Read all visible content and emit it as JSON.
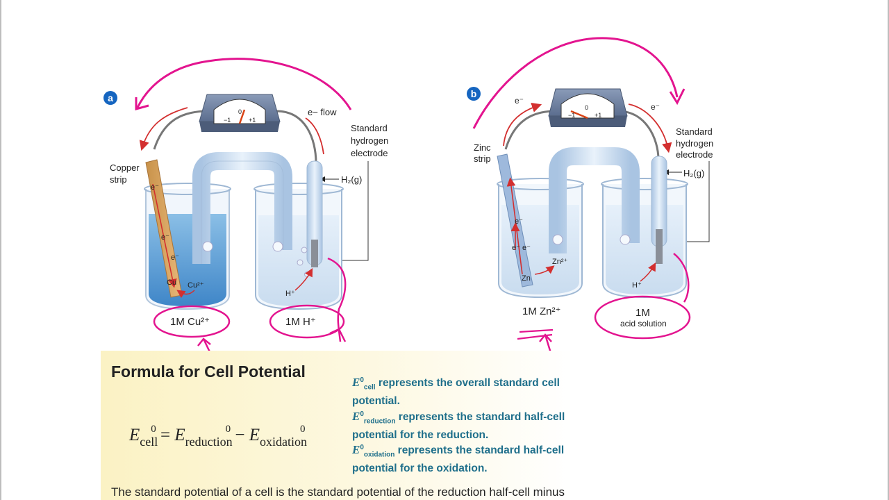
{
  "panels": [
    {
      "tag": "a",
      "electron_flow_label": "e− flow",
      "electrode_left_label_1": "Copper",
      "electrode_left_label_2": "strip",
      "electrode_right_label_1": "Standard",
      "electrode_right_label_2": "hydrogen",
      "electrode_right_label_3": "electrode",
      "gas_label": "H₂(g)",
      "solution_left_label": "1M Cu²⁺",
      "solution_right_label": "1M H⁺",
      "ion_left": "Cu²⁺",
      "metal_left": "Cu",
      "ion_right": "H⁺",
      "electron": "e⁻",
      "meter_ticks": [
        "−1",
        "0",
        "+1"
      ]
    },
    {
      "tag": "b",
      "electron": "e⁻",
      "electrode_left_label_1": "Zinc",
      "electrode_left_label_2": "strip",
      "electrode_right_label_1": "Standard",
      "electrode_right_label_2": "hydrogen",
      "electrode_right_label_3": "electrode",
      "gas_label": "H₂(g)",
      "solution_left_label": "1M Zn²⁺",
      "solution_right_label_1": "1M",
      "solution_right_label_2": "acid solution",
      "ion_left": "Zn²⁺",
      "metal_left": "Zn",
      "ion_right": "H⁺",
      "meter_ticks": [
        "−1",
        "0",
        "+1"
      ]
    }
  ],
  "formula": {
    "title": "Formula for Cell Potential",
    "eq_E": "E",
    "eq_sup": "0",
    "eq_sub_cell": "cell",
    "eq_sub_reduction": "reduction",
    "eq_sub_oxidation": "oxidation",
    "eq_equals": "=",
    "eq_minus": "−",
    "note1": "represents the overall standard cell potential.",
    "note2": "represents the standard half-cell potential for the reduction.",
    "note3": "represents the standard half-cell potential for the oxidation.",
    "footer": "The standard potential of a cell is the standard potential of the reduction half-cell minus"
  },
  "colors": {
    "annotation": "#e3148f",
    "arrow_red": "#d32f2f",
    "solution_blue": "#5f9fd6",
    "note_blue": "#1f6f8b",
    "badge_blue": "#1565c0"
  }
}
